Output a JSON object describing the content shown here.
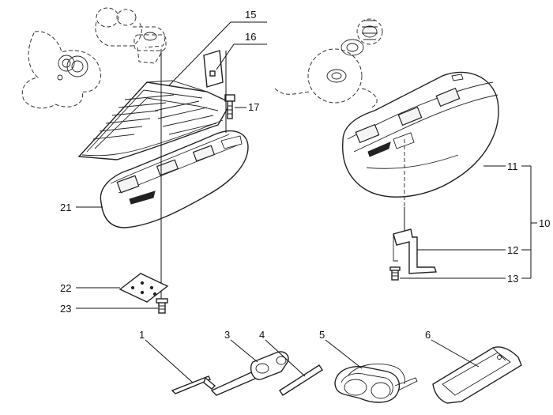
{
  "callouts": [
    {
      "id": "15",
      "text": "15"
    },
    {
      "id": "16",
      "text": "16"
    },
    {
      "id": "17",
      "text": "17"
    },
    {
      "id": "21",
      "text": "21"
    },
    {
      "id": "22",
      "text": "22"
    },
    {
      "id": "23",
      "text": "23"
    },
    {
      "id": "11",
      "text": "11"
    },
    {
      "id": "10",
      "text": "10"
    },
    {
      "id": "12",
      "text": "12"
    },
    {
      "id": "13",
      "text": "13"
    },
    {
      "id": "1",
      "text": "1"
    },
    {
      "id": "3",
      "text": "3"
    },
    {
      "id": "4",
      "text": "4"
    },
    {
      "id": "5",
      "text": "5"
    },
    {
      "id": "6",
      "text": "6"
    }
  ]
}
